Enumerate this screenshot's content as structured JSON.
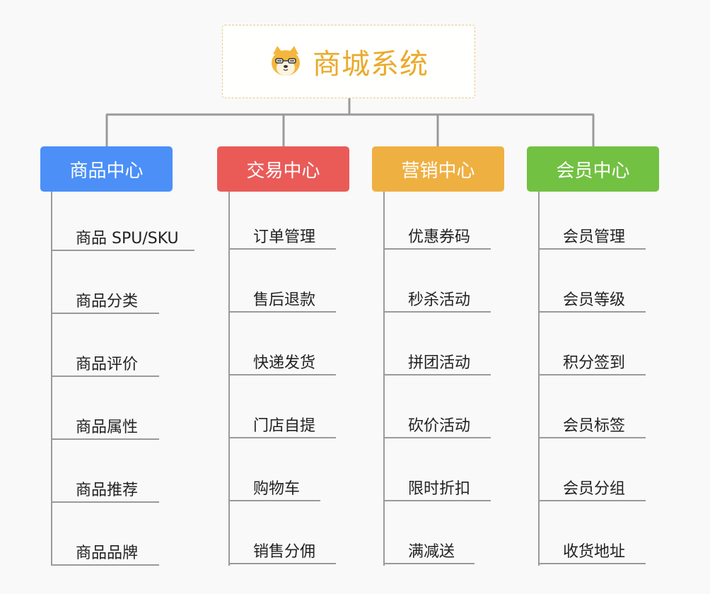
{
  "root": {
    "title": "商城系统",
    "icon": "shiba-dog-icon"
  },
  "colors": {
    "blue": "#4b8ff7",
    "red": "#ea5b58",
    "orange": "#efb042",
    "green": "#72c142",
    "root_text": "#eaaa2b",
    "line": "#9a9a9a"
  },
  "categories": [
    {
      "label": "商品中心",
      "color": "#4b8ff7",
      "items": [
        "商品 SPU/SKU",
        "商品分类",
        "商品评价",
        "商品属性",
        "商品推荐",
        "商品品牌"
      ]
    },
    {
      "label": "交易中心",
      "color": "#ea5b58",
      "items": [
        "订单管理",
        "售后退款",
        "快递发货",
        "门店自提",
        "购物车",
        "销售分佣"
      ]
    },
    {
      "label": "营销中心",
      "color": "#efb042",
      "items": [
        "优惠券码",
        "秒杀活动",
        "拼团活动",
        "砍价活动",
        "限时折扣",
        "满减送"
      ]
    },
    {
      "label": "会员中心",
      "color": "#72c142",
      "items": [
        "会员管理",
        "会员等级",
        "积分签到",
        "会员标签",
        "会员分组",
        "收货地址"
      ]
    }
  ]
}
